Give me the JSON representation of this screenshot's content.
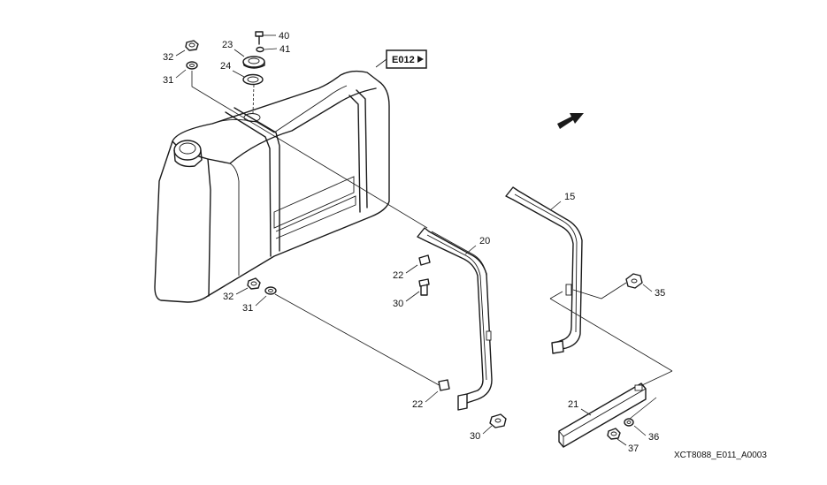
{
  "callouts": {
    "c40": "40",
    "c41": "41",
    "c23": "23",
    "c24": "24",
    "c32_top": "32",
    "c31_top": "31",
    "c32_bottom": "32",
    "c31_bottom": "31",
    "c15": "15",
    "c20": "20",
    "c22_upper": "22",
    "c30_upper": "30",
    "c35": "35",
    "c22_lower": "22",
    "c30_lower": "30",
    "c21": "21",
    "c36": "36",
    "c37": "37"
  },
  "reference_box": {
    "label": "E012"
  },
  "drawing_code": "XCT8088_E011_A0003",
  "icons": {
    "front_arrow": "direction-arrow-icon",
    "reference_arrow": "play-triangle-icon"
  }
}
